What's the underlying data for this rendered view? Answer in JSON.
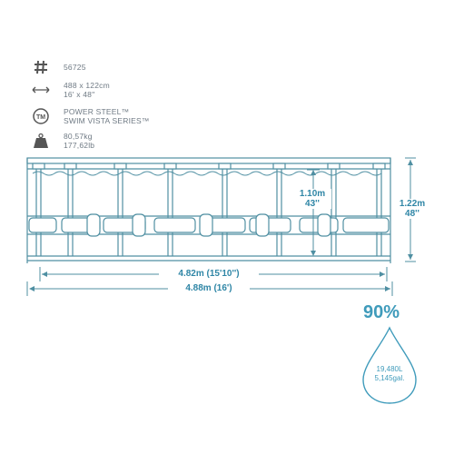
{
  "specs": {
    "model": {
      "icon": "hash-icon",
      "lines": [
        "56725"
      ]
    },
    "size": {
      "icon": "double-arrow-icon",
      "lines": [
        "488 x 122cm",
        "16' x 48''"
      ]
    },
    "series": {
      "icon": "trademark-icon",
      "lines": [
        "POWER STEEL™",
        "SWIM VISTA SERIES™"
      ]
    },
    "weight": {
      "icon": "weight-icon",
      "lines": [
        "80,57kg",
        "177,62lb"
      ]
    }
  },
  "dimensions": {
    "inner_height": [
      "1.10m",
      "43''"
    ],
    "outer_height": [
      "1.22m",
      "48''"
    ],
    "inner_width": "4.82m (15'10'')",
    "outer_width": "4.88m (16')"
  },
  "water": {
    "fill_percent": "90%",
    "fill_fraction": 0.9,
    "volume_liters": "19,480L",
    "volume_gallons": "5,145gal."
  },
  "colors": {
    "line": "#4f8fa2",
    "accent": "#2f86a6",
    "text_gray": "#6f7a84",
    "drop": "#3f9bbb"
  }
}
